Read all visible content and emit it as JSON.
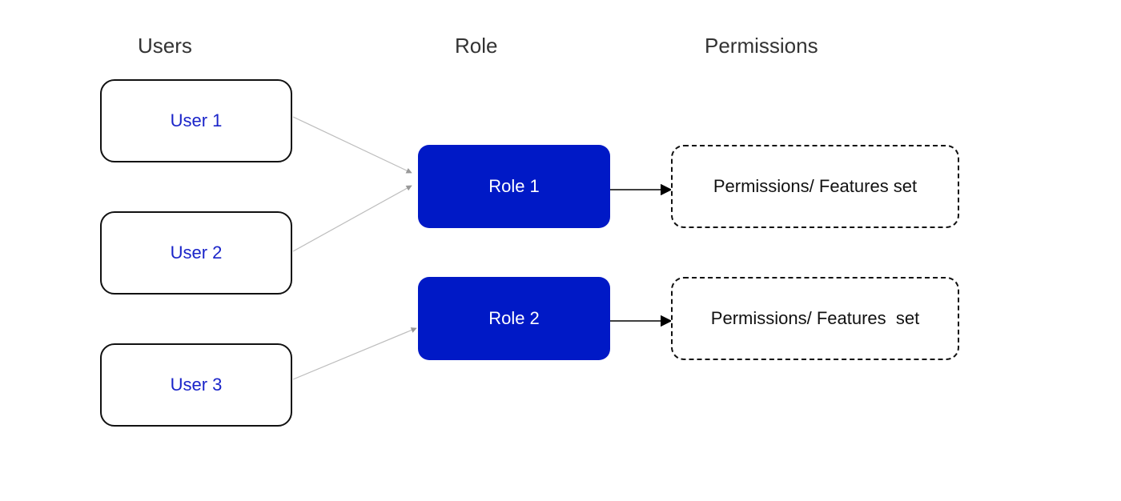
{
  "headings": {
    "users": "Users",
    "role": "Role",
    "permissions": "Permissions"
  },
  "users": [
    {
      "label": "User 1"
    },
    {
      "label": "User 2"
    },
    {
      "label": "User 3"
    }
  ],
  "roles": [
    {
      "label": "Role 1"
    },
    {
      "label": "Role 2"
    }
  ],
  "permissions": [
    {
      "label": "Permissions/ Features set"
    },
    {
      "label": "Permissions/ Features  set"
    }
  ],
  "colors": {
    "user_text": "#1a24c9",
    "role_fill": "#0019c6",
    "user_to_role_line": "#bdbdbd",
    "role_to_perm_line": "#000000"
  }
}
